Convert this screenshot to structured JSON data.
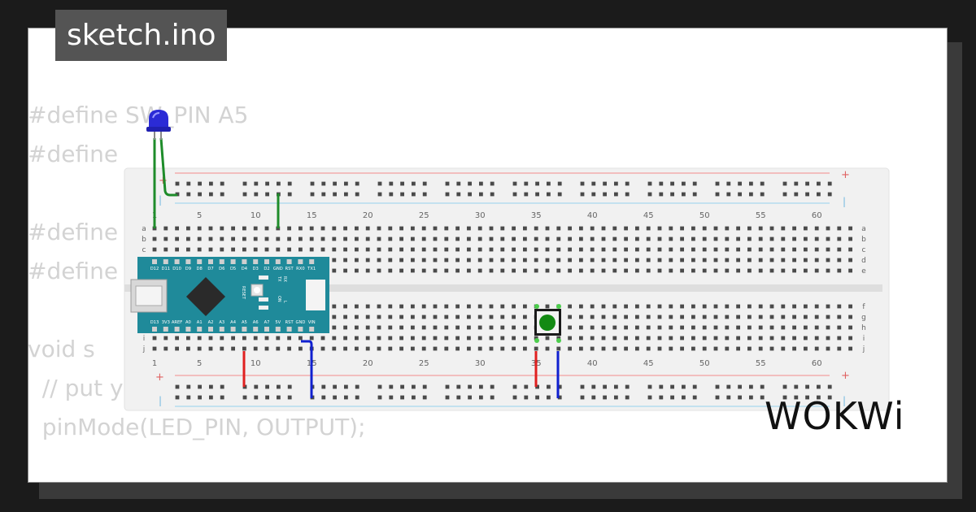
{
  "tab": {
    "filename": "sketch.ino"
  },
  "code_lines": [
    "#define SW_PIN A5",
    "#define",
    "",
    "#define",
    "#define",
    "",
    "void s",
    "  // put your setup code here, to run once:",
    "  pinMode(LED_PIN, OUTPUT);"
  ],
  "breadboard": {
    "column_labels": [
      "1",
      "5",
      "10",
      "15",
      "20",
      "25",
      "30",
      "35",
      "40",
      "45",
      "50",
      "55",
      "60"
    ],
    "row_labels_top": [
      "a",
      "b",
      "c",
      "d",
      "e"
    ],
    "row_labels_bottom": [
      "f",
      "g",
      "h",
      "i",
      "j"
    ],
    "rail_plus": "+",
    "rail_minus": "|"
  },
  "board": {
    "top_pins": [
      "D12",
      "D11",
      "D10",
      "D9",
      "D8",
      "D7",
      "D6",
      "D5",
      "D4",
      "D3",
      "D2",
      "GND",
      "RST",
      "RX0",
      "TX1"
    ],
    "bottom_pins": [
      "D13",
      "3V3",
      "AREF",
      "A0",
      "A1",
      "A2",
      "A3",
      "A4",
      "A5",
      "A6",
      "A7",
      "5V",
      "RST",
      "GND",
      "VIN"
    ],
    "labels": {
      "reset": "RESET",
      "tx": "TX",
      "rx": "RX",
      "on": "ON",
      "l": "L"
    }
  },
  "colors": {
    "wire_green": "#1e8c2a",
    "wire_red": "#e02020",
    "wire_blue": "#1020d0",
    "led_blue": "#2b2bd6",
    "board_teal": "#1f8a9a",
    "breadboard": "#f1f1f1",
    "rail_red": "#f2a0a0",
    "rail_blue": "#a8d8ee"
  },
  "brand": {
    "logo": "WOKWi"
  }
}
